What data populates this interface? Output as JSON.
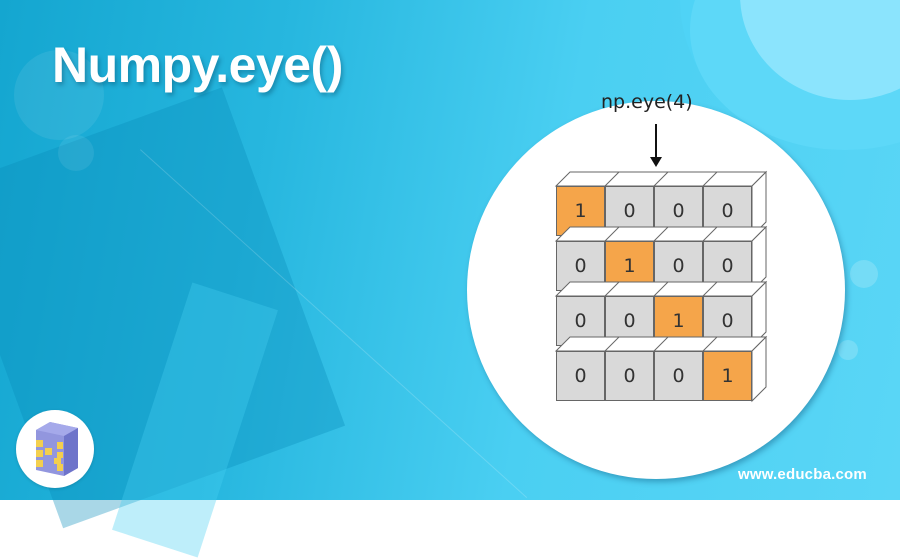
{
  "header": {
    "title": "Numpy.eye()"
  },
  "diagram": {
    "function_label": "np.eye(4)",
    "arrow": "down-arrow-icon",
    "matrix": [
      [
        "1",
        "0",
        "0",
        "0"
      ],
      [
        "0",
        "1",
        "0",
        "0"
      ],
      [
        "0",
        "0",
        "1",
        "0"
      ],
      [
        "0",
        "0",
        "0",
        "1"
      ]
    ],
    "colors": {
      "one_fill": "#F5A54A",
      "zero_fill": "#D9D9D9",
      "edge": "#666666"
    }
  },
  "logo": {
    "icon": "numpy-cube-logo-icon"
  },
  "footer": {
    "site": "www.educba.com"
  },
  "theme": {
    "background_start": "#14A6D0",
    "background_end": "#5AD6F6",
    "circle_fill": "#FFFFFF"
  }
}
